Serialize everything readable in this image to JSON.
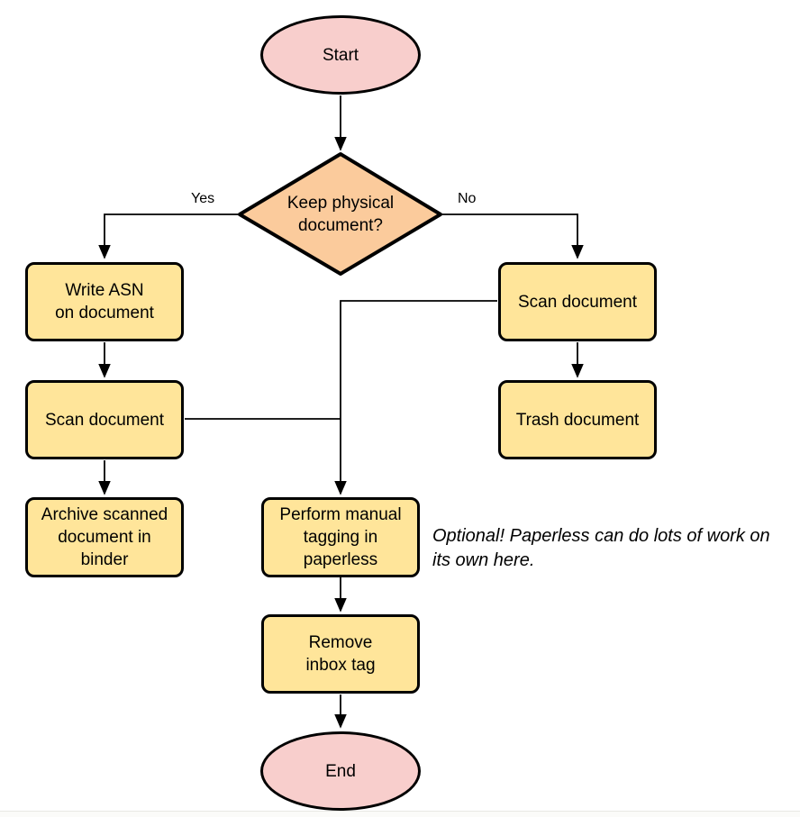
{
  "diagram": {
    "type": "flowchart",
    "colors": {
      "terminal_fill": "#f8cecc",
      "decision_fill": "#fbcb9c",
      "process_fill": "#ffe59a",
      "stroke": "#000000",
      "text": "#000000"
    },
    "nodes": {
      "start": {
        "label": "Start",
        "shape": "ellipse"
      },
      "decision": {
        "label": "Keep physical\ndocument?",
        "shape": "diamond"
      },
      "write_asn": {
        "label": "Write ASN\non document",
        "shape": "rounded-rect"
      },
      "scan_left": {
        "label": "Scan document",
        "shape": "rounded-rect"
      },
      "archive": {
        "label": "Archive scanned\ndocument in\nbinder",
        "shape": "rounded-rect"
      },
      "scan_right": {
        "label": "Scan document",
        "shape": "rounded-rect"
      },
      "trash": {
        "label": "Trash document",
        "shape": "rounded-rect"
      },
      "tagging": {
        "label": "Perform manual\ntagging in\npaperless",
        "shape": "rounded-rect"
      },
      "remove_inbox": {
        "label": "Remove\ninbox tag",
        "shape": "rounded-rect"
      },
      "end": {
        "label": "End",
        "shape": "ellipse"
      }
    },
    "edge_labels": {
      "yes": "Yes",
      "no": "No"
    },
    "annotation": "Optional! Paperless can do lots of work on\nits own here."
  }
}
